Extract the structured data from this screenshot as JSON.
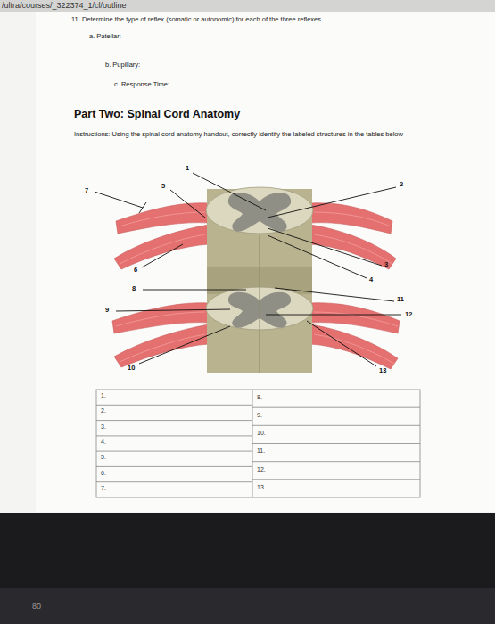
{
  "diagram": {
    "title": "Part Two: Spinal Cord Anatomy",
    "labels": [
      "/ultra/courses/_322374_1/cl/outline",
      "11. Determine the type of reflex (somatic or autonomic) for each of the three reflexes.",
      "a. Patellar:",
      "b. Pupillary:",
      "c. Response Time:",
      "Instructions: Using the spinal cord anatomy handout, correctly identify the labeled structures in the tables below",
      "1",
      "5",
      "7",
      "2",
      "6",
      "8",
      "3",
      "4",
      "11",
      "9",
      "12",
      "10",
      "13",
      "1.",
      "2.",
      "3.",
      "4.",
      "5.",
      "6.",
      "7.",
      "8.",
      "9.",
      "10.",
      "11.",
      "12.",
      "13.",
      "80"
    ]
  }
}
